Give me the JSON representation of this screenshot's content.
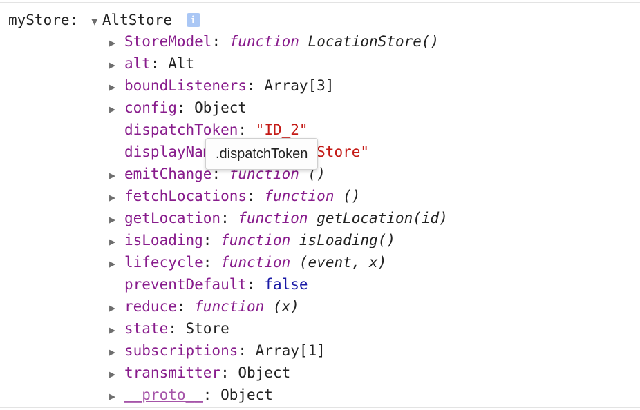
{
  "root": {
    "var_name": "myStore:",
    "type_name": "AltStore",
    "info_icon": "i"
  },
  "props": [
    {
      "key": "StoreModel",
      "kind": "function",
      "keyword": "function",
      "sig": "LocationStore()",
      "expandable": true
    },
    {
      "key": "alt",
      "kind": "object",
      "value": "Alt",
      "expandable": true
    },
    {
      "key": "boundListeners",
      "kind": "object",
      "value": "Array[3]",
      "expandable": true
    },
    {
      "key": "config",
      "kind": "object",
      "value": "Object",
      "expandable": true
    },
    {
      "key": "dispatchToken",
      "kind": "string",
      "value": "\"ID_2\"",
      "expandable": false
    },
    {
      "key": "displayName",
      "kind": "string",
      "value": "\"LocationStore\"",
      "expandable": false
    },
    {
      "key": "emitChange",
      "kind": "function",
      "keyword": "function",
      "sig": "()",
      "expandable": true
    },
    {
      "key": "fetchLocations",
      "kind": "function",
      "keyword": "function",
      "sig": "()",
      "expandable": true
    },
    {
      "key": "getLocation",
      "kind": "function",
      "keyword": "function",
      "sig": "getLocation(id)",
      "expandable": true
    },
    {
      "key": "isLoading",
      "kind": "function",
      "keyword": "function",
      "sig": "isLoading()",
      "expandable": true
    },
    {
      "key": "lifecycle",
      "kind": "function",
      "keyword": "function",
      "sig": "(event, x)",
      "expandable": true
    },
    {
      "key": "preventDefault",
      "kind": "boolean",
      "value": "false",
      "expandable": false
    },
    {
      "key": "reduce",
      "kind": "function",
      "keyword": "function",
      "sig": "(x)",
      "expandable": true
    },
    {
      "key": "state",
      "kind": "object",
      "value": "Store",
      "expandable": true
    },
    {
      "key": "subscriptions",
      "kind": "object",
      "value": "Array[1]",
      "expandable": true
    },
    {
      "key": "transmitter",
      "kind": "object",
      "value": "Object",
      "expandable": true
    },
    {
      "key": "__proto__",
      "kind": "proto",
      "value": "Object",
      "expandable": true
    }
  ],
  "tooltip": {
    "text": ".dispatchToken"
  },
  "icons": {
    "expanded": "triangle-down",
    "collapsed": "triangle-right",
    "info": "info-icon"
  },
  "colors": {
    "key": "#881c8c",
    "string": "#c41a16",
    "boolean": "#1a1aa6",
    "info": "#aac7f5"
  }
}
